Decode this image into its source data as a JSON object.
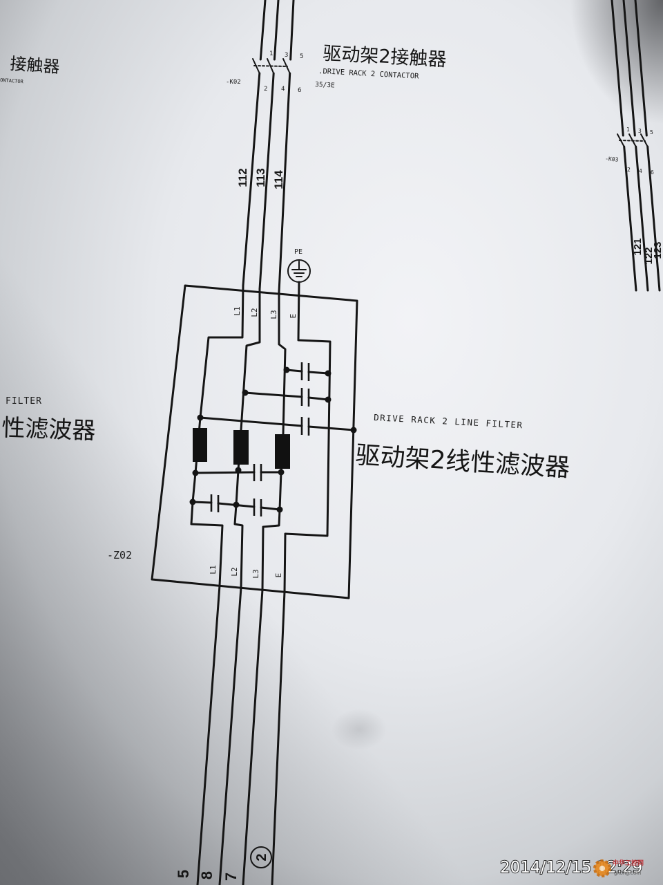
{
  "contactor_k02": {
    "tag": "-K02",
    "title_cn": "驱动架2接触器",
    "title_en": ".DRIVE RACK 2 CONTACTOR",
    "ref": "35/3E",
    "terminals_top": [
      "1",
      "3",
      "5"
    ],
    "terminals_bottom": [
      "2",
      "4",
      "6"
    ]
  },
  "wire_numbers_k02": [
    "112",
    "113",
    "114"
  ],
  "pe_label": "PE",
  "filter_z02": {
    "tag": "-Z02",
    "title_en": "DRIVE RACK 2 LINE FILTER",
    "title_cn": "驱动架2线性滤波器",
    "inputs": [
      "L1",
      "L2",
      "L3",
      "E"
    ],
    "outputs": [
      "L1",
      "L2",
      "L3",
      "E"
    ]
  },
  "left_neighbor": {
    "contactor_cn": "接触器",
    "contactor_en": "ONTACTOR",
    "filter_en": "FILTER",
    "filter_cn": "性滤波器"
  },
  "right_neighbor": {
    "tag": "-K03",
    "terminals_top": [
      "1",
      "3",
      "5"
    ],
    "terminals_bottom": [
      "2",
      "4",
      "6"
    ],
    "wire_numbers": [
      "121",
      "122",
      "123"
    ]
  },
  "bottom_markers": {
    "numbers": [
      "5",
      "8",
      "7"
    ],
    "circled": "2"
  },
  "photo_timestamp": "2014/12/15 12:29",
  "watermark": {
    "name_cn": "中华工控网",
    "site": "gkong.com"
  },
  "colors": {
    "ink": "#151515",
    "paper": "#eceef1",
    "timestamp": "#ffffff",
    "watermark_accent": "#e8891d"
  }
}
